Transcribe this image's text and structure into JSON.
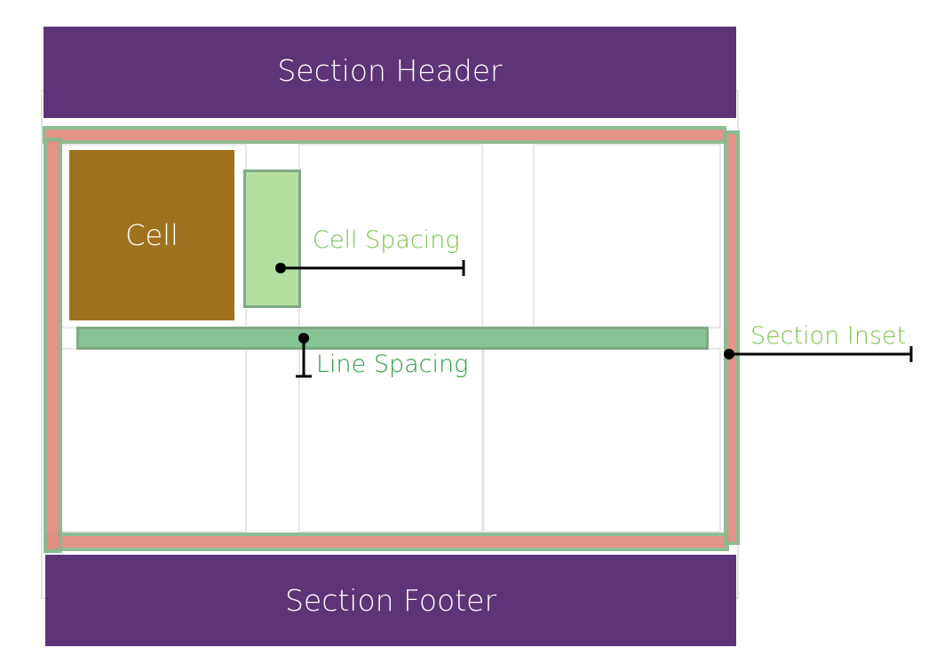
{
  "header": {
    "label": "Section Header"
  },
  "footer": {
    "label": "Section Footer"
  },
  "cell": {
    "label": "Cell"
  },
  "annotations": {
    "cell_spacing": "Cell Spacing",
    "line_spacing": "Line Spacing",
    "section_inset": "Section Inset"
  },
  "colors": {
    "section_bar": "#5c3477",
    "cell_fill": "#a0711e",
    "cell_spacing_fill": "#b5dea1",
    "line_spacing_fill": "#86c496",
    "inset_fill": "#e28e84",
    "inset_border": "#86b98e",
    "cell_spacing_text": "#7cc04e",
    "line_spacing_text": "#2a9b3c",
    "section_inset_text": "#7cc04e",
    "marker": "#000000"
  }
}
